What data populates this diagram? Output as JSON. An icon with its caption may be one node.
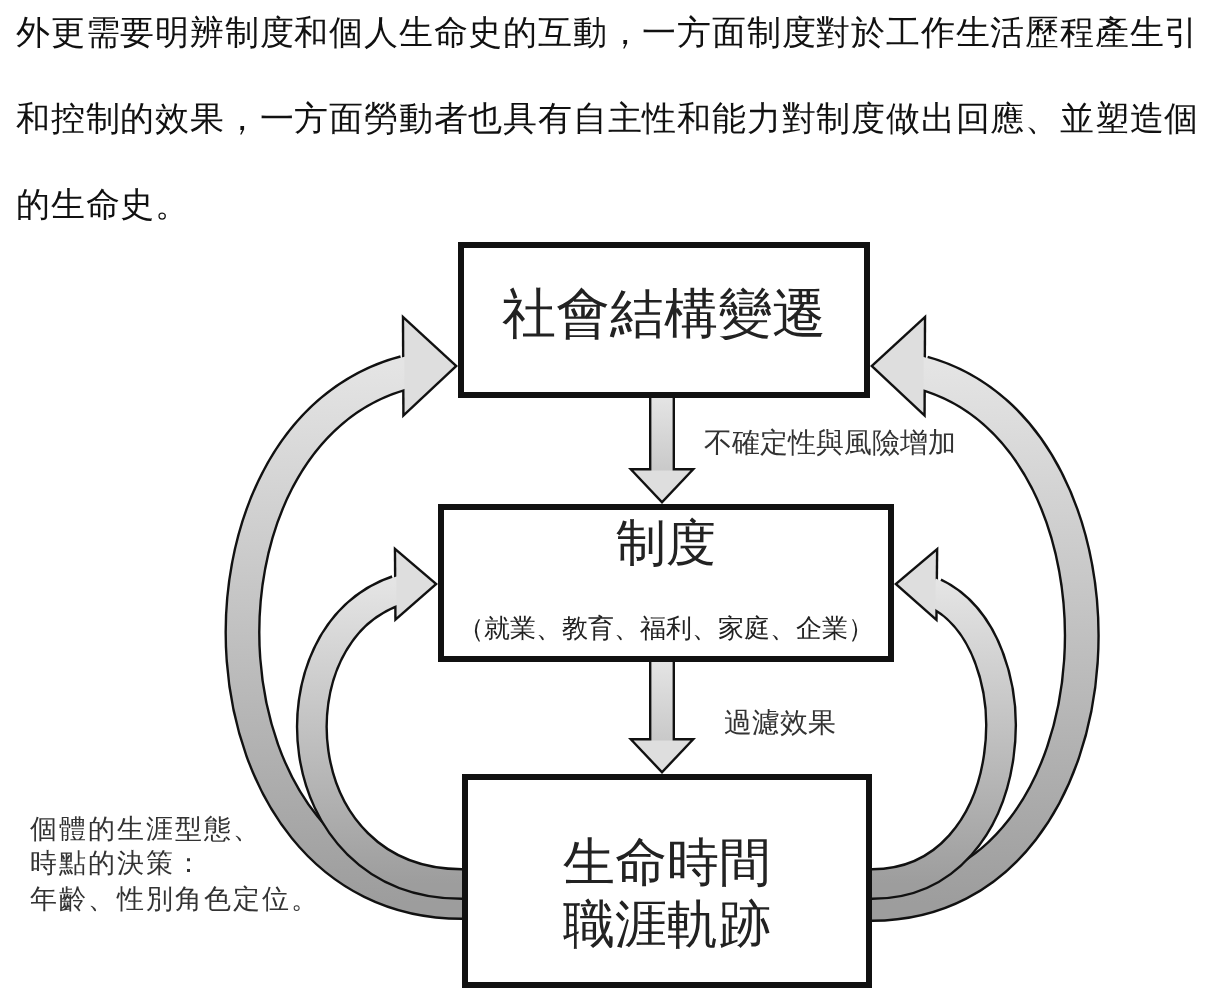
{
  "diagram": {
    "nodes": [
      {
        "text": [
          "社會結構變遷"
        ]
      },
      {
        "text": [
          "制度",
          "（就業、教育、福利、家庭、企業）"
        ]
      },
      {
        "text": [
          "生命時間職涯軌跡"
        ]
      }
    ],
    "edges": [
      {
        "from": 0,
        "to": 1,
        "arrow": "to",
        "label": "不確定性與風險增加"
      },
      {
        "from": 1,
        "to": 2,
        "arrow": "to",
        "label": "過濾效果"
      },
      {
        "from": 2,
        "to": 0,
        "arrow": "to"
      },
      {
        "from": 2,
        "to": 1,
        "arrow": "to"
      },
      {
        "from": 2,
        "to": 0,
        "arrow": "to"
      },
      {
        "from": 2,
        "to": 1,
        "arrow": "to"
      }
    ],
    "labels": [
      "外更需要明辨制度和個人生命史的互動，一方面制度對於工作生活歷程產生引",
      "和控制的效果，一方面勞動者也具有自主性和能力對制度做出回應、並塑造個",
      "的生命史。",
      "個體的生涯型態、",
      "時點的決策：",
      "年齡、性別角色定位。"
    ]
  }
}
